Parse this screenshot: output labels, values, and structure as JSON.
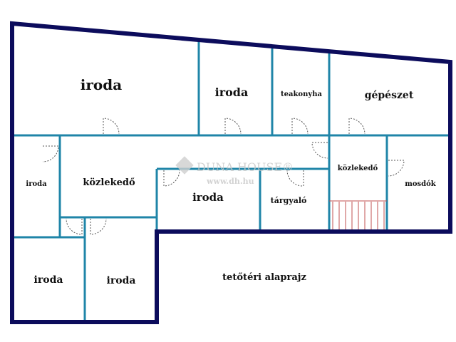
{
  "floorplan": {
    "title": "tetőtéri alaprajz",
    "rooms": [
      {
        "name": "iroda"
      },
      {
        "name": "iroda"
      },
      {
        "name": "teakonyha"
      },
      {
        "name": "gépészet"
      },
      {
        "name": "iroda"
      },
      {
        "name": "közlekedő"
      },
      {
        "name": "iroda"
      },
      {
        "name": "tárgyaló"
      },
      {
        "name": "közlekedő"
      },
      {
        "name": "mosdók"
      },
      {
        "name": "iroda"
      },
      {
        "name": "iroda"
      }
    ],
    "colors": {
      "outer_wall": "#0c0c5c",
      "inner_wall": "#1f85a8",
      "stairs": "#c05050"
    }
  },
  "watermark": {
    "brand": "DUNA HOUSE®",
    "url": "www.dh.hu"
  }
}
